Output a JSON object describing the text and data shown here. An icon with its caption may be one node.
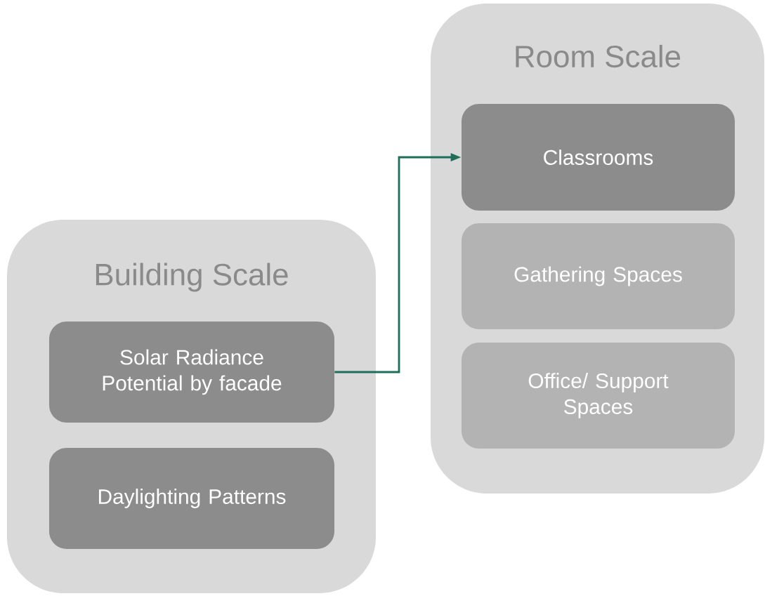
{
  "diagram": {
    "nodes": [
      {
        "text": [
          "Building Scale"
        ]
      },
      {
        "text": [
          "Solar Radiance Potential by facade"
        ],
        "in": 0
      },
      {
        "text": [
          "Daylighting Patterns"
        ],
        "in": 0
      },
      {
        "text": [
          "Room Scale"
        ]
      },
      {
        "text": [
          "Classrooms"
        ],
        "in": 3
      },
      {
        "text": [
          "Gathering Spaces"
        ],
        "in": 3
      },
      {
        "text": [
          "Office/ Support Spaces"
        ],
        "in": 3
      }
    ],
    "edges": [
      {
        "from": 1,
        "to": 4,
        "arrow": "to"
      }
    ]
  }
}
